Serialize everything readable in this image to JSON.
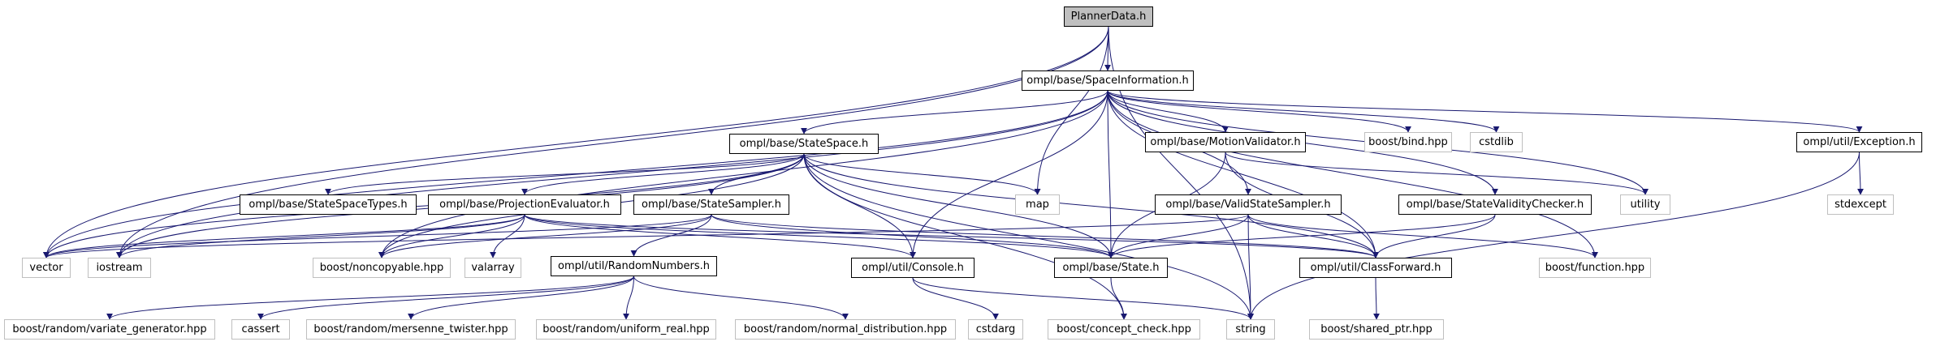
{
  "graph": {
    "colors": {
      "edge": "#191970",
      "root_fill": "#bfbfbf",
      "local_border": "#000000",
      "external_border": "#bfbfbf"
    },
    "nodes": [
      {
        "id": "plannerdata",
        "label": "PlannerData.h",
        "kind": "root"
      },
      {
        "id": "spaceinformation",
        "label": "ompl/base/SpaceInformation.h",
        "kind": "local"
      },
      {
        "id": "statespace",
        "label": "ompl/base/StateSpace.h",
        "kind": "local"
      },
      {
        "id": "motionvalidator",
        "label": "ompl/base/MotionValidator.h",
        "kind": "local"
      },
      {
        "id": "boost-bind",
        "label": "boost/bind.hpp",
        "kind": "external"
      },
      {
        "id": "cstdlib",
        "label": "cstdlib",
        "kind": "external"
      },
      {
        "id": "exception",
        "label": "ompl/util/Exception.h",
        "kind": "local"
      },
      {
        "id": "statespacetypes",
        "label": "ompl/base/StateSpaceTypes.h",
        "kind": "local"
      },
      {
        "id": "projectionevaluator",
        "label": "ompl/base/ProjectionEvaluator.h",
        "kind": "local"
      },
      {
        "id": "statesampler",
        "label": "ompl/base/StateSampler.h",
        "kind": "local"
      },
      {
        "id": "map",
        "label": "map",
        "kind": "external"
      },
      {
        "id": "validstatesampler",
        "label": "ompl/base/ValidStateSampler.h",
        "kind": "local"
      },
      {
        "id": "statevaliditychecker",
        "label": "ompl/base/StateValidityChecker.h",
        "kind": "local"
      },
      {
        "id": "utility",
        "label": "utility",
        "kind": "external"
      },
      {
        "id": "stdexcept",
        "label": "stdexcept",
        "kind": "external"
      },
      {
        "id": "vector",
        "label": "vector",
        "kind": "external"
      },
      {
        "id": "iostream",
        "label": "iostream",
        "kind": "external"
      },
      {
        "id": "boost-noncopyable",
        "label": "boost/noncopyable.hpp",
        "kind": "external"
      },
      {
        "id": "valarray",
        "label": "valarray",
        "kind": "external"
      },
      {
        "id": "randomnumbers",
        "label": "ompl/util/RandomNumbers.h",
        "kind": "local"
      },
      {
        "id": "console",
        "label": "ompl/util/Console.h",
        "kind": "local"
      },
      {
        "id": "state",
        "label": "ompl/base/State.h",
        "kind": "local"
      },
      {
        "id": "classforward",
        "label": "ompl/util/ClassForward.h",
        "kind": "local"
      },
      {
        "id": "boost-function",
        "label": "boost/function.hpp",
        "kind": "external"
      },
      {
        "id": "variate-generator",
        "label": "boost/random/variate_generator.hpp",
        "kind": "external"
      },
      {
        "id": "cassert",
        "label": "cassert",
        "kind": "external"
      },
      {
        "id": "mersenne-twister",
        "label": "boost/random/mersenne_twister.hpp",
        "kind": "external"
      },
      {
        "id": "uniform-real",
        "label": "boost/random/uniform_real.hpp",
        "kind": "external"
      },
      {
        "id": "normal-distribution",
        "label": "boost/random/normal_distribution.hpp",
        "kind": "external"
      },
      {
        "id": "cstdarg",
        "label": "cstdarg",
        "kind": "external"
      },
      {
        "id": "concept-check",
        "label": "boost/concept_check.hpp",
        "kind": "external"
      },
      {
        "id": "string",
        "label": "string",
        "kind": "external"
      },
      {
        "id": "shared-ptr",
        "label": "boost/shared_ptr.hpp",
        "kind": "external"
      }
    ],
    "edges": [
      [
        "plannerdata",
        "spaceinformation"
      ],
      [
        "plannerdata",
        "vector"
      ],
      [
        "plannerdata",
        "iostream"
      ],
      [
        "plannerdata",
        "map"
      ],
      [
        "plannerdata",
        "string"
      ],
      [
        "spaceinformation",
        "statespace"
      ],
      [
        "spaceinformation",
        "motionvalidator"
      ],
      [
        "spaceinformation",
        "boost-bind"
      ],
      [
        "spaceinformation",
        "cstdlib"
      ],
      [
        "spaceinformation",
        "exception"
      ],
      [
        "spaceinformation",
        "validstatesampler"
      ],
      [
        "spaceinformation",
        "statevaliditychecker"
      ],
      [
        "spaceinformation",
        "utility"
      ],
      [
        "spaceinformation",
        "vector"
      ],
      [
        "spaceinformation",
        "iostream"
      ],
      [
        "spaceinformation",
        "boost-noncopyable"
      ],
      [
        "spaceinformation",
        "console"
      ],
      [
        "spaceinformation",
        "state"
      ],
      [
        "spaceinformation",
        "classforward"
      ],
      [
        "spaceinformation",
        "boost-function"
      ],
      [
        "statespace",
        "statespacetypes"
      ],
      [
        "statespace",
        "projectionevaluator"
      ],
      [
        "statespace",
        "statesampler"
      ],
      [
        "statespace",
        "map"
      ],
      [
        "statespace",
        "vector"
      ],
      [
        "statespace",
        "iostream"
      ],
      [
        "statespace",
        "boost-noncopyable"
      ],
      [
        "statespace",
        "console"
      ],
      [
        "statespace",
        "state"
      ],
      [
        "statespace",
        "classforward"
      ],
      [
        "statespace",
        "concept-check"
      ],
      [
        "statespace",
        "string"
      ],
      [
        "motionvalidator",
        "state"
      ],
      [
        "motionvalidator",
        "classforward"
      ],
      [
        "motionvalidator",
        "utility"
      ],
      [
        "exception",
        "stdexcept"
      ],
      [
        "exception",
        "string"
      ],
      [
        "projectionevaluator",
        "vector"
      ],
      [
        "projectionevaluator",
        "iostream"
      ],
      [
        "projectionevaluator",
        "boost-noncopyable"
      ],
      [
        "projectionevaluator",
        "valarray"
      ],
      [
        "projectionevaluator",
        "console"
      ],
      [
        "projectionevaluator",
        "state"
      ],
      [
        "projectionevaluator",
        "classforward"
      ],
      [
        "statesampler",
        "randomnumbers"
      ],
      [
        "statesampler",
        "state"
      ],
      [
        "statesampler",
        "boost-noncopyable"
      ],
      [
        "statesampler",
        "classforward"
      ],
      [
        "statesampler",
        "vector"
      ],
      [
        "validstatesampler",
        "state"
      ],
      [
        "validstatesampler",
        "classforward"
      ],
      [
        "validstatesampler",
        "string"
      ],
      [
        "validstatesampler",
        "boost-function"
      ],
      [
        "validstatesampler",
        "vector"
      ],
      [
        "statevaliditychecker",
        "state"
      ],
      [
        "statevaliditychecker",
        "classforward"
      ],
      [
        "randomnumbers",
        "variate-generator"
      ],
      [
        "randomnumbers",
        "cassert"
      ],
      [
        "randomnumbers",
        "mersenne-twister"
      ],
      [
        "randomnumbers",
        "uniform-real"
      ],
      [
        "randomnumbers",
        "normal-distribution"
      ],
      [
        "console",
        "cstdarg"
      ],
      [
        "console",
        "string"
      ],
      [
        "state",
        "concept-check"
      ],
      [
        "classforward",
        "shared-ptr"
      ]
    ]
  }
}
